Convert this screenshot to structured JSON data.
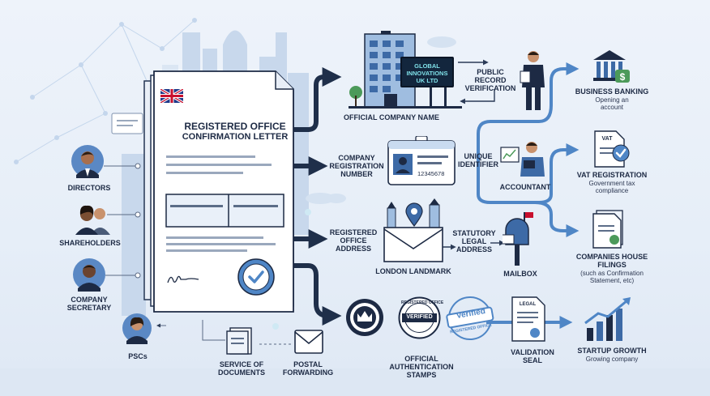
{
  "letter": {
    "title_line1": "REGISTERED OFFICE",
    "title_line2": "CONFIRMATION LETTER"
  },
  "sign_board": "GLOBAL\nINNOVATIONS\nUK LTD",
  "id_card_number": "12345678",
  "stamps": {
    "verified_1": "VERIFIED",
    "ring_1": "REGISTERED OFFICE",
    "verified_2": "Verified",
    "ring_2": "REGISTERED OFFICE"
  },
  "validation_doc_label": "LEGAL",
  "vat_doc_label": "VAT",
  "labels": {
    "directors": "DIRECTORS",
    "shareholders": "SHAREHOLDERS",
    "company_secretary": "COMPANY\nSECRETARY",
    "pscs": "PSCs",
    "service_of_documents": "SERVICE OF\nDOCUMENTS",
    "postal_forwarding": "POSTAL\nFORWARDING",
    "official_company_name": "OFFICIAL COMPANY NAME",
    "public_record_verification": "PUBLIC RECORD\nVERIFICATION",
    "company_registration_number": "COMPANY\nREGISTRATION\nNUMBER",
    "unique_identifier": "UNIQUE\nIDENTIFIER",
    "registered_office_address": "REGISTERED\nOFFICE\nADDRESS",
    "statutory_legal_address": "STATUTORY\nLEGAL\nADDRESS",
    "london_landmark": "LONDON LANDMARK",
    "mailbox": "MAILBOX",
    "official_authentication_stamps": "OFFICIAL\nAUTHENTICATION\nSTAMPS",
    "validation_seal": "VALIDATION\nSEAL",
    "business_banking": "BUSINESS BANKING",
    "business_banking_sub": "Opening an\naccount",
    "accountant": "ACCOUNTANT",
    "vat_registration": "VAT REGISTRATION",
    "vat_registration_sub": "Government tax\ncompliance",
    "companies_house_filings": "COMPANIES HOUSE\nFILINGS",
    "companies_house_filings_sub": "(such as Confirmation\nStatement, etc)",
    "startup_growth": "STARTUP GROWTH",
    "startup_growth_sub": "Growing company"
  },
  "colors": {
    "navy": "#1d2a44",
    "arrow_dark": "#1f2f4a",
    "arrow_blue": "#4f86c6",
    "accent_teal": "#7fe0e8",
    "skyline": "#b9cbe3"
  },
  "icons": [
    "uk-flag-icon",
    "seal-check-icon",
    "signature-icon",
    "bank-icon",
    "dollar-icon",
    "check-badge-icon",
    "envelope-icon",
    "location-pin-icon",
    "mailbox-icon",
    "crown-seal-icon",
    "growth-chart-icon",
    "person-icon",
    "id-card-icon",
    "building-icon"
  ]
}
